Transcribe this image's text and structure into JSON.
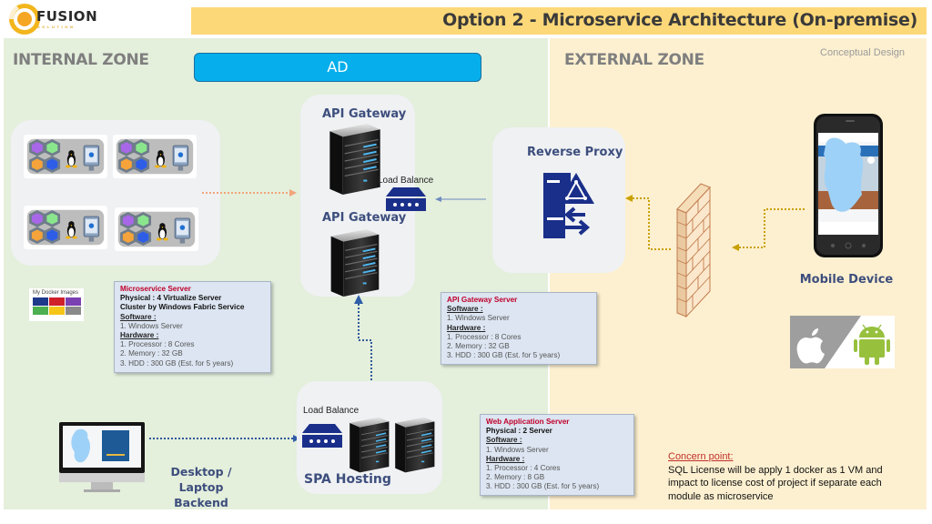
{
  "header": {
    "logo_text": "FUSION",
    "logo_subtext": "SOLUTION",
    "title": "Option 2 - Microservice Architecture (On-premise)"
  },
  "zones": {
    "internal_label": "INTERNAL ZONE",
    "external_label": "EXTERNAL ZONE",
    "conceptual_note": "Conceptual Design"
  },
  "ad": {
    "label": "AD"
  },
  "docker_images": {
    "label": "My Docker Images",
    "colors": [
      "#1f3a8a",
      "#d0202a",
      "#7a3fb0",
      "#4caf50",
      "#f5c518",
      "#8a8a8a"
    ]
  },
  "api_gateway_panel": {
    "gateway_1": "API Gateway",
    "gateway_2": "API Gateway",
    "load_balance": "Load Balance"
  },
  "reverse_proxy": {
    "label": "Reverse Proxy"
  },
  "mobile": {
    "label": "Mobile Device",
    "platforms": [
      "apple-icon",
      "android-icon"
    ]
  },
  "desktop": {
    "label_line1": "Desktop / Laptop",
    "label_line2": "Backend"
  },
  "spa_hosting": {
    "label": "SPA Hosting",
    "load_balance": "Load Balance"
  },
  "cards": {
    "microservice": {
      "title": "Microservice Server",
      "line1": "Physical : 4 Virtualize Server",
      "line2": "Cluster by Windows Fabric Service",
      "software_heading": "Software :",
      "software": [
        "1. Windows Server"
      ],
      "hardware_heading": "Hardware :",
      "hardware": [
        "1. Processor : 8 Cores",
        "2. Memory : 32  GB",
        "3. HDD : 300 GB (Est. for 5 years)"
      ]
    },
    "api_gateway": {
      "title": "API Gateway Server",
      "software_heading": "Software :",
      "software": [
        "1. Windows Server"
      ],
      "hardware_heading": "Hardware :",
      "hardware": [
        "1. Processor : 8 Cores",
        "2. Memory : 32  GB",
        "3. HDD : 300 GB (Est. for 5 years)"
      ]
    },
    "web_app": {
      "title": "Web Application Server",
      "line1": "Physical : 2 Server",
      "software_heading": "Software :",
      "software": [
        "1. Windows Server"
      ],
      "hardware_heading": "Hardware :",
      "hardware": [
        "1. Processor : 4 Cores",
        "2. Memory : 8  GB",
        "3. HDD : 300 GB (Est. for 5 years)"
      ]
    }
  },
  "concern": {
    "title": "Concern point:",
    "text": "SQL License will be apply 1 docker as 1 VM and impact to license cost of project if separate each module as microservice"
  },
  "colors": {
    "title_bar": "#fdd878",
    "internal_zone": "#e4efdc",
    "external_zone": "#fdf0d0",
    "ad_bar": "#06afec",
    "accent_navy": "#1a2f8a",
    "card_title_red": "#c0002a"
  }
}
